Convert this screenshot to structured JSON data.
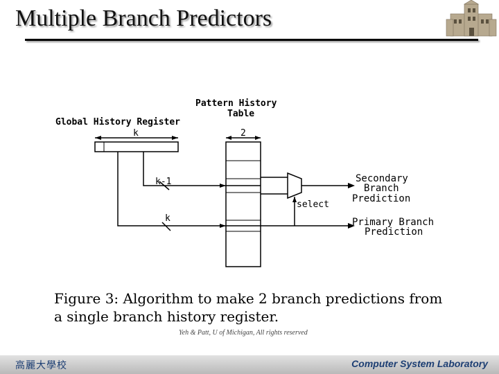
{
  "slide": {
    "title": "Multiple Branch Predictors"
  },
  "diagram": {
    "pht_label_line1": "Pattern History",
    "pht_label_line2": "Table",
    "ghr_label": "Global History Register",
    "k_label_top": "k",
    "width_2_label": "2",
    "k_minus_1_label": "k-1",
    "k_label_bottom": "k",
    "select_label": "select",
    "secondary_line1": "Secondary",
    "secondary_line2": "Branch",
    "secondary_line3": "Prediction",
    "primary_line1": "Primary Branch",
    "primary_line2": "Prediction"
  },
  "caption": {
    "line1": "Figure 3: Algorithm to make 2 branch predictions from",
    "line2": "a single branch history register."
  },
  "credit": "Yeh & Patt, U of Michigan, All rights reserved",
  "footer": {
    "left_text": "高麗大學校",
    "right_text": "Computer System Laboratory"
  },
  "colors": {
    "footer_text": "#1c3e73",
    "footer_bg": "#c8c8c8"
  }
}
